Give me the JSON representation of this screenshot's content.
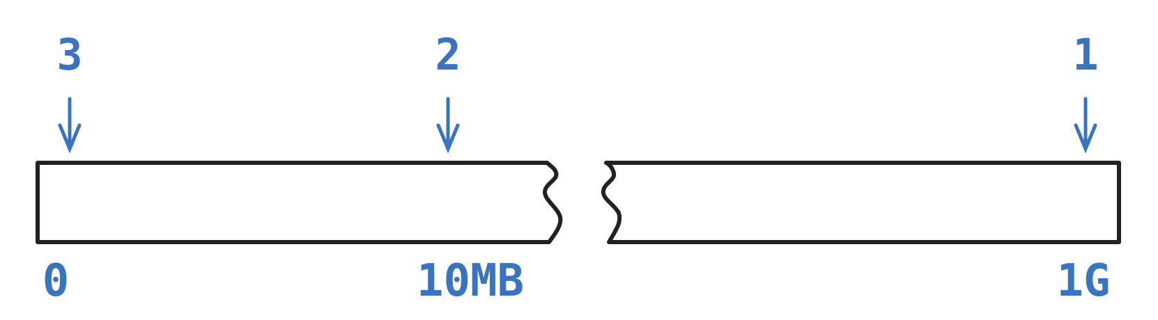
{
  "markers": [
    {
      "number": "3"
    },
    {
      "number": "2"
    },
    {
      "number": "1"
    }
  ],
  "axis_labels": {
    "start": "0",
    "middle": "10MB",
    "end": "1G"
  },
  "colors": {
    "accent": "#3a74bf",
    "stroke": "#222222"
  }
}
